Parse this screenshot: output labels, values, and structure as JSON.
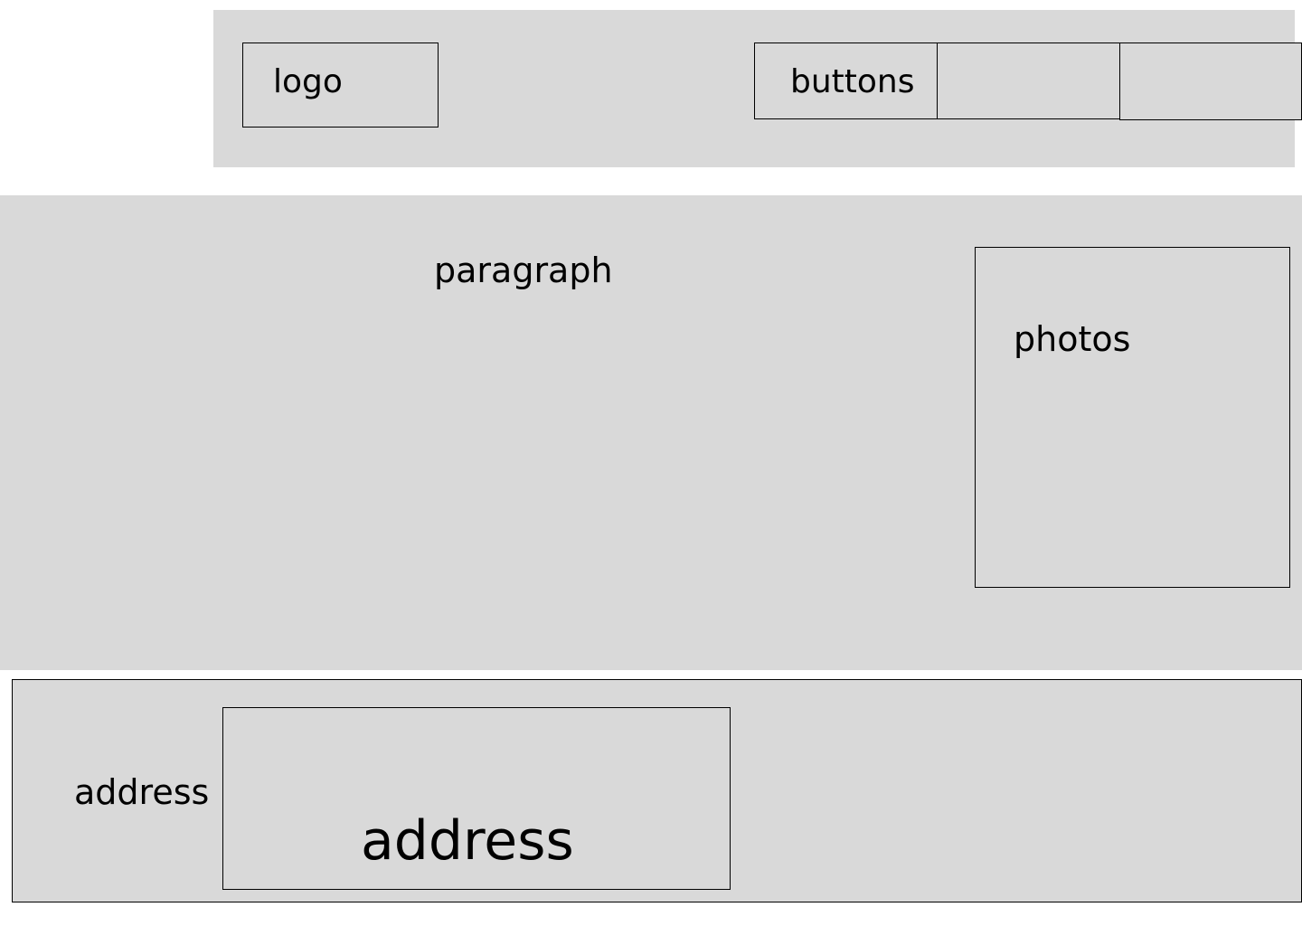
{
  "header": {
    "logo_label": "logo",
    "buttons_label": "buttons"
  },
  "main": {
    "paragraph_label": "paragraph",
    "photos_label": "photos"
  },
  "footer": {
    "address_label": "address",
    "address_box_label": "address"
  },
  "colors": {
    "block_fill": "#d9d9d9",
    "outline": "#000000",
    "background": "#ffffff"
  }
}
